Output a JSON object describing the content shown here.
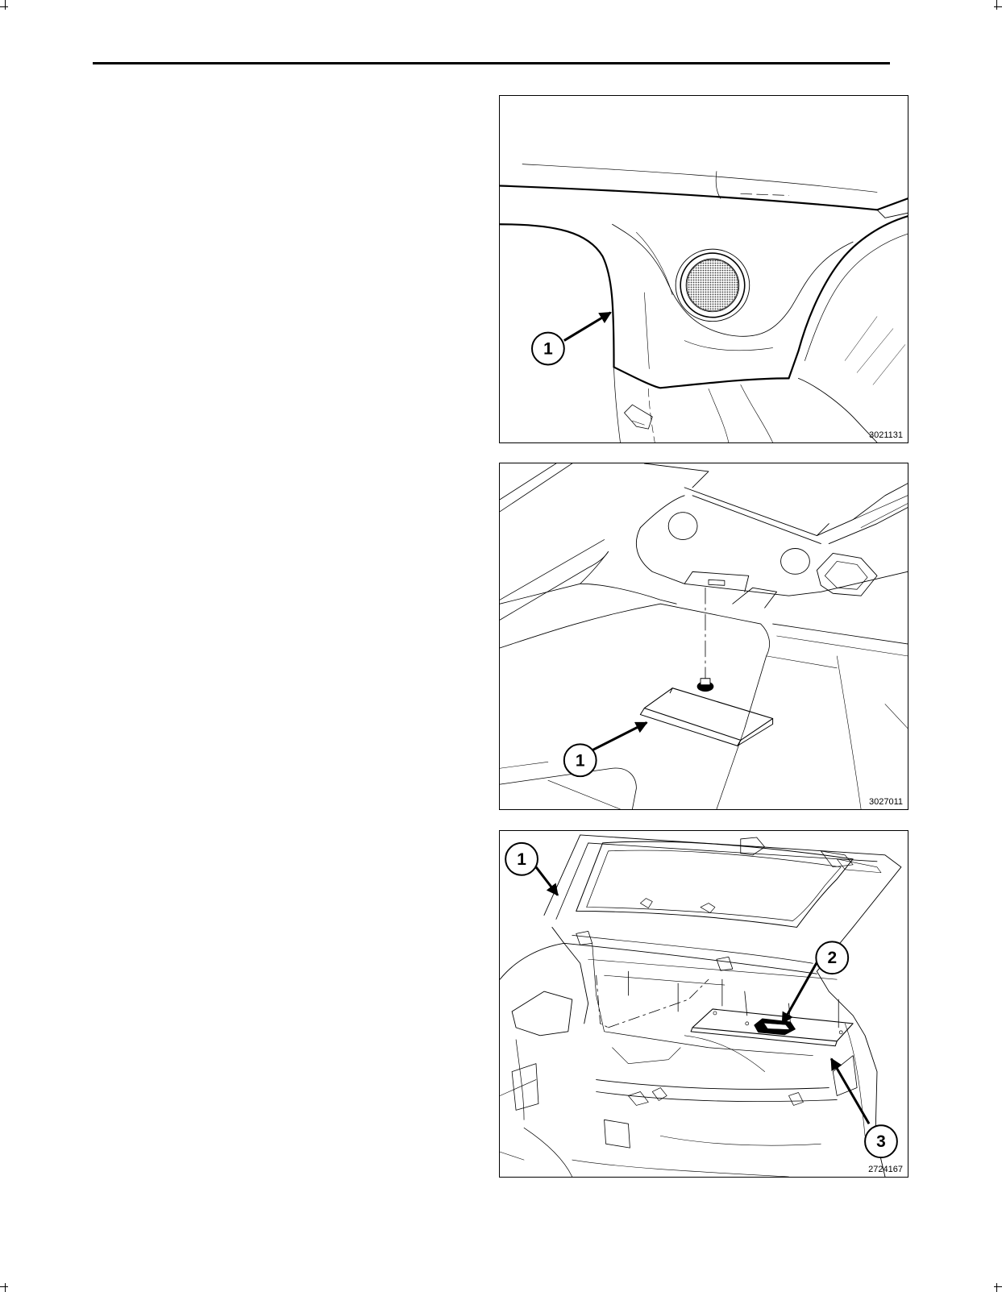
{
  "figures": [
    {
      "id": "3021131",
      "callouts": [
        "1"
      ]
    },
    {
      "id": "3027011",
      "callouts": [
        "1"
      ]
    },
    {
      "id": "2724167",
      "callouts": [
        "1",
        "2",
        "3"
      ]
    }
  ]
}
